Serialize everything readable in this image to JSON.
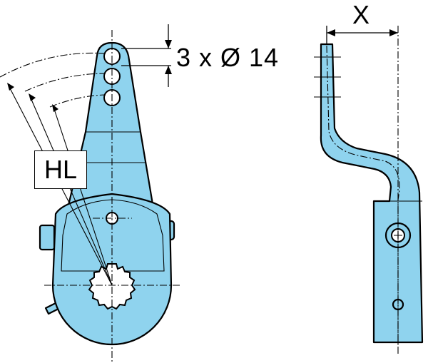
{
  "labels": {
    "hole_dimension": "3 x Ø 14",
    "lever_length": "HL",
    "offset": "X"
  },
  "colors": {
    "part_fill": "#8fd3ee",
    "outline": "#000000"
  }
}
